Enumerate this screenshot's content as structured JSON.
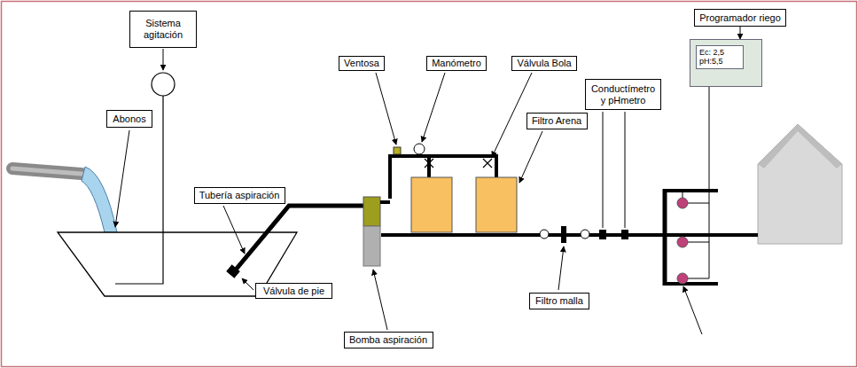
{
  "diagram": {
    "nodes": [
      {
        "text": [
          "Sistema agitación"
        ]
      },
      {
        "text": [
          "Abonos"
        ]
      },
      {
        "text": [
          "Tubería aspiración"
        ]
      },
      {
        "text": [
          "Válvula de pie"
        ]
      },
      {
        "text": [
          "Bomba aspiración"
        ]
      },
      {
        "text": [
          "Ventosa"
        ]
      },
      {
        "text": [
          "Manómetro"
        ]
      },
      {
        "text": [
          "Válvula Bola"
        ]
      },
      {
        "text": [
          "Filtro Arena"
        ]
      },
      {
        "text": [
          "Filtro malla"
        ]
      },
      {
        "text": [
          "Conductímetro y pHmetro"
        ]
      },
      {
        "text": [
          "Programador riego"
        ]
      },
      {
        "text": [
          "Ec: 2,5 pH:5,5"
        ]
      }
    ],
    "edges": [
      {
        "from": 11,
        "to": 12,
        "arrow": "to"
      }
    ]
  }
}
